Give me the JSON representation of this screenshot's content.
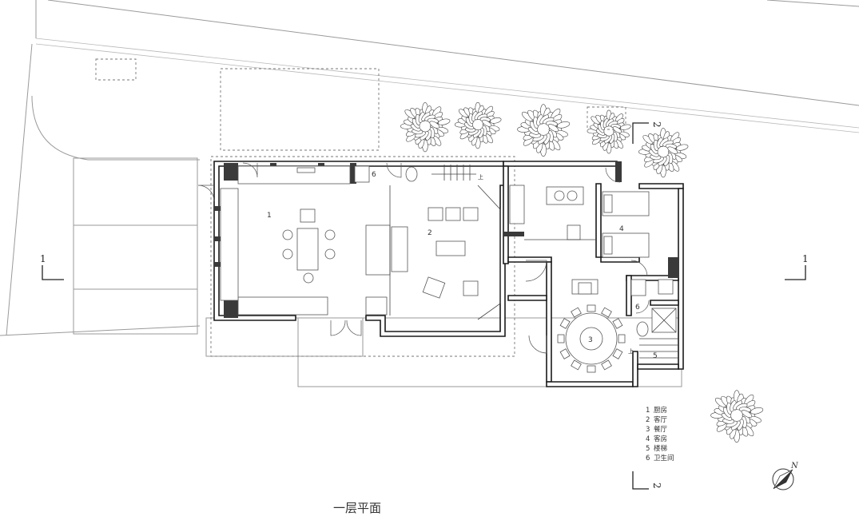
{
  "plan_title": "一层平面",
  "room_labels": [
    {
      "id": "kitchen",
      "number": "1"
    },
    {
      "id": "living",
      "number": "2"
    },
    {
      "id": "dining",
      "number": "3"
    },
    {
      "id": "guest",
      "number": "4"
    },
    {
      "id": "stair",
      "number": "5"
    },
    {
      "id": "bath-a",
      "number": "6"
    },
    {
      "id": "bath-b",
      "number": "6"
    }
  ],
  "legend": [
    {
      "number": "1",
      "name": "厨房"
    },
    {
      "number": "2",
      "name": "客厅"
    },
    {
      "number": "3",
      "name": "餐厅"
    },
    {
      "number": "4",
      "name": "客房"
    },
    {
      "number": "5",
      "name": "楼梯"
    },
    {
      "number": "6",
      "name": "卫生间"
    }
  ],
  "section_marks": {
    "left": "1",
    "right": "1",
    "top": "2",
    "bottom": "2"
  },
  "stair_marks": [
    "上",
    "上"
  ],
  "north_label": "N"
}
